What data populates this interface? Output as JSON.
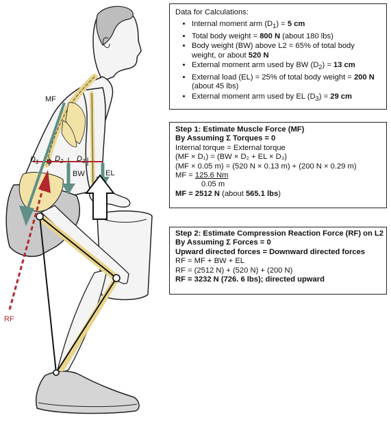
{
  "figure": {
    "labels": {
      "mf": "MF",
      "d1": "D",
      "d1_sub": "1",
      "d2": "D",
      "d2_sub": "2",
      "d3": "D",
      "d3_sub": "3",
      "bw": "BW",
      "el": "EL",
      "rf": "RF"
    },
    "colors": {
      "mf_arrow": "#5f8f86",
      "rf_arrow": "#b3282d",
      "bone": "#f3e2a6",
      "skin_fill": "#f4f4f4",
      "shorts_fill": "#c9c9c9"
    }
  },
  "data_box": {
    "title": "Data for Calculations:",
    "items": [
      {
        "pre": "Internal moment arm (D",
        "sub": "1",
        "post": ") = ",
        "bold": "5 cm",
        "tail": ""
      },
      {
        "pre": "Total body weight = ",
        "sub": "",
        "post": "",
        "bold": "800 N",
        "tail": " (about 180 lbs)"
      },
      {
        "pre": "Body weight (BW) above L2 = 65% of total body weight, or about ",
        "sub": "",
        "post": "",
        "bold": "520 N",
        "tail": ""
      },
      {
        "pre": "External moment arm used by BW (D",
        "sub": "2",
        "post": ") = ",
        "bold": "13 cm",
        "tail": ""
      },
      {
        "pre": "External load (EL) = 25% of total body weight = ",
        "sub": "",
        "post": "",
        "bold": "200 N",
        "tail": " (about 45 lbs)"
      },
      {
        "pre": "External moment arm used by EL (D",
        "sub": "3",
        "post": ") = ",
        "bold": "29 cm",
        "tail": ""
      }
    ]
  },
  "step1": {
    "title": "Step 1: Estimate Muscle Force (MF)",
    "subtitle": "By Assuming Σ Torques = 0",
    "line1": "Internal torque = External torque",
    "line2": "(MF × D₁) = (BW × D₂ + EL × D₃)",
    "line3": "(MF × 0.05 m) = (520 N × 0.13 m) + (200 N × 0.29 m)",
    "mf_prefix": "MF = ",
    "numerator": "125.6 Nm",
    "denominator": "0.05 m",
    "result_bold": "MF = 2512 N",
    "result_tail": " (about ",
    "result_lbs": "565.1 lbs",
    "result_close": ")"
  },
  "step2": {
    "title": "Step 2: Estimate Compression Reaction Force (RF) on L2",
    "subtitle": "By Assuming Σ Forces = 0",
    "line1": "Upward directed forces = Downward directed forces",
    "line2": "RF = MF + BW + EL",
    "line3": "RF = (2512 N) + (520 N) + (200 N)",
    "result": "RF = 3232 N (726. 6 lbs); directed upward"
  }
}
